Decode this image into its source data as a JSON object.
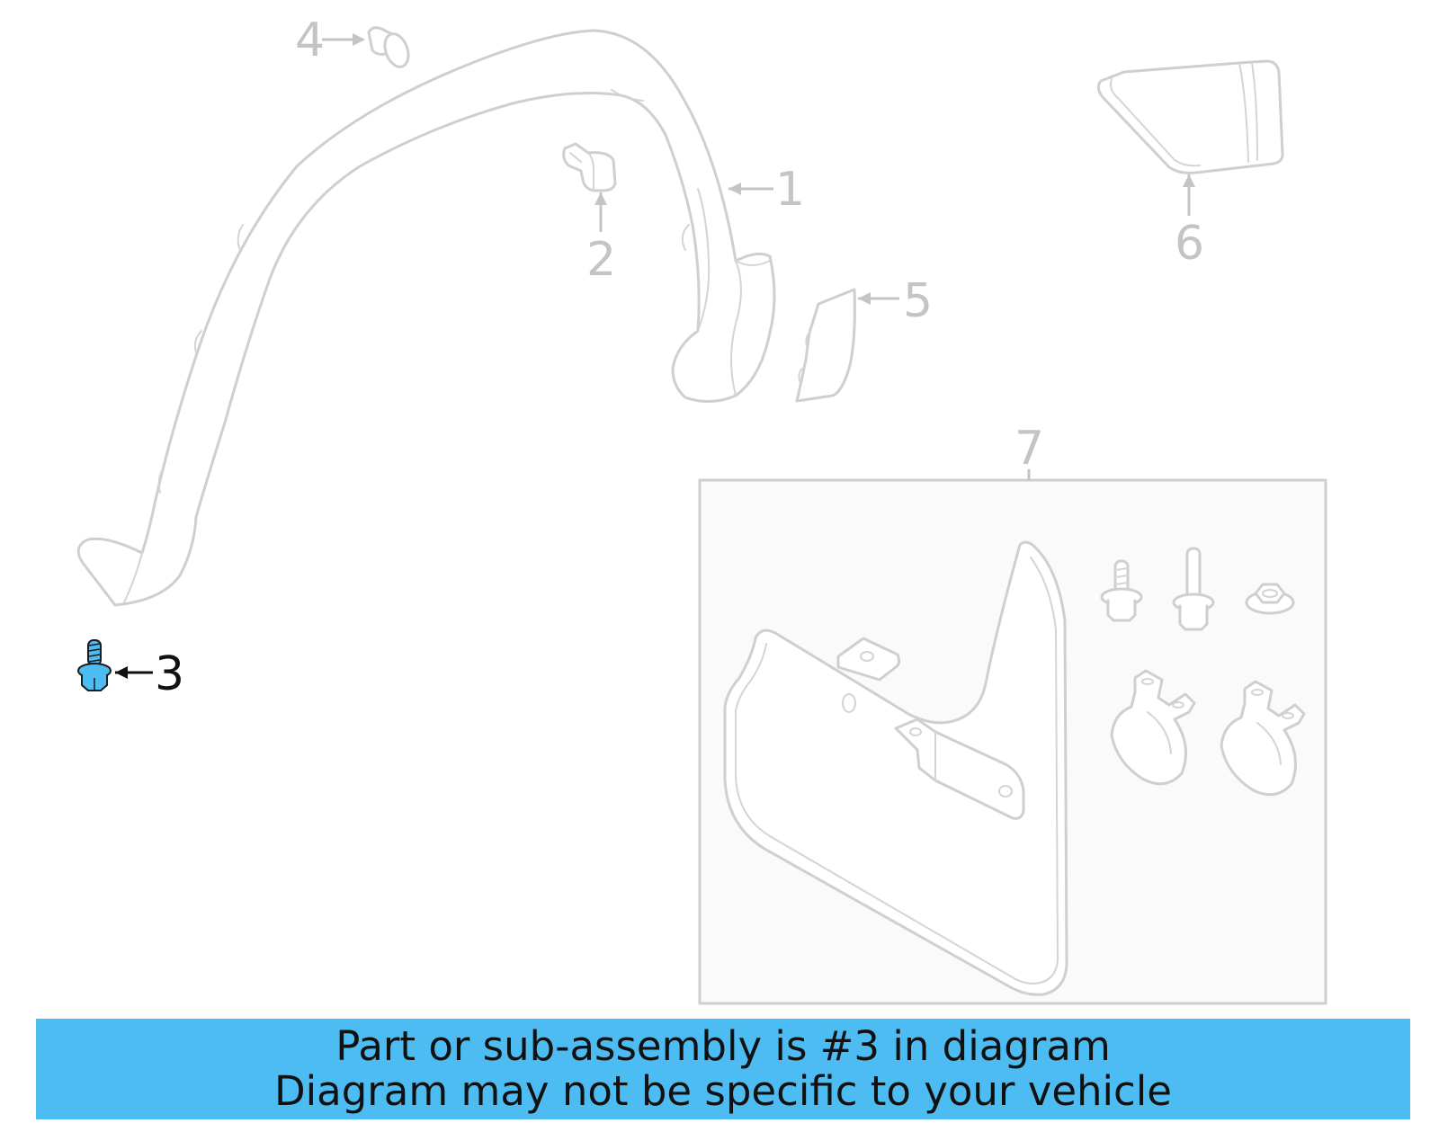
{
  "diagram": {
    "callouts": [
      {
        "id": "1",
        "label": "1",
        "highlighted": false
      },
      {
        "id": "2",
        "label": "2",
        "highlighted": false
      },
      {
        "id": "3",
        "label": "3",
        "highlighted": true
      },
      {
        "id": "4",
        "label": "4",
        "highlighted": false
      },
      {
        "id": "5",
        "label": "5",
        "highlighted": false
      },
      {
        "id": "6",
        "label": "6",
        "highlighted": false
      },
      {
        "id": "7",
        "label": "7",
        "highlighted": false
      }
    ],
    "highlight_color": "#4dbcf3",
    "line_color": "#cfcfcf"
  },
  "banner": {
    "line1": "Part or sub-assembly is #3 in diagram",
    "line2": "Diagram may not be specific to your vehicle",
    "background": "#4dbcf3"
  }
}
